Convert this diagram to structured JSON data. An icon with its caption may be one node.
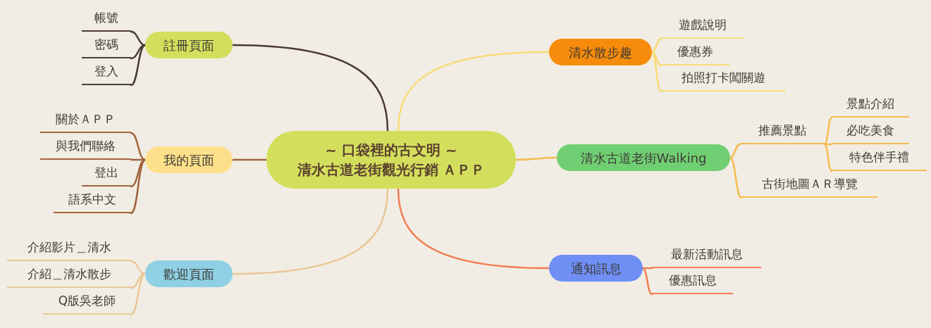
{
  "diagram": {
    "nodes": [
      {
        "text": [
          "~ 口袋裡的古文明 ~",
          "清水古道老街觀光行銷 ＡＰＰ"
        ]
      },
      {
        "text": [
          "註冊頁面"
        ]
      },
      {
        "text": [
          "帳號"
        ]
      },
      {
        "text": [
          "密碼"
        ]
      },
      {
        "text": [
          "登入"
        ]
      },
      {
        "text": [
          "我的頁面"
        ]
      },
      {
        "text": [
          "關於ＡＰＰ"
        ]
      },
      {
        "text": [
          "與我們聯絡"
        ]
      },
      {
        "text": [
          "登出"
        ]
      },
      {
        "text": [
          "語系中文"
        ]
      },
      {
        "text": [
          "歡迎頁面"
        ]
      },
      {
        "text": [
          "介紹影片＿清水"
        ]
      },
      {
        "text": [
          "介紹＿清水散步"
        ]
      },
      {
        "text": [
          "Q版吳老師"
        ]
      },
      {
        "text": [
          "清水散步趣"
        ]
      },
      {
        "text": [
          "遊戲說明"
        ]
      },
      {
        "text": [
          "優惠券"
        ]
      },
      {
        "text": [
          "拍照打卡闖關遊"
        ]
      },
      {
        "text": [
          "清水古道老街Walking"
        ]
      },
      {
        "text": [
          "推薦景點"
        ]
      },
      {
        "text": [
          "景點介紹"
        ]
      },
      {
        "text": [
          "必吃美食"
        ]
      },
      {
        "text": [
          "特色伴手禮"
        ]
      },
      {
        "text": [
          "古街地圖ＡＲ導覽"
        ]
      },
      {
        "text": [
          "通知訊息"
        ]
      },
      {
        "text": [
          "最新活動訊息"
        ]
      },
      {
        "text": [
          "優惠訊息"
        ]
      }
    ],
    "edges": [
      {
        "from": 0,
        "to": 1,
        "arrow": "none",
        "color": "#4a3a32"
      },
      {
        "from": 1,
        "to": 2,
        "arrow": "none",
        "color": "#4a3a32"
      },
      {
        "from": 1,
        "to": 3,
        "arrow": "none",
        "color": "#4a3a32"
      },
      {
        "from": 1,
        "to": 4,
        "arrow": "none",
        "color": "#4a3a32"
      },
      {
        "from": 0,
        "to": 5,
        "arrow": "none",
        "color": "#a0643a"
      },
      {
        "from": 5,
        "to": 6,
        "arrow": "none",
        "color": "#a0643a"
      },
      {
        "from": 5,
        "to": 7,
        "arrow": "none",
        "color": "#a0643a"
      },
      {
        "from": 5,
        "to": 8,
        "arrow": "none",
        "color": "#a0643a"
      },
      {
        "from": 5,
        "to": 9,
        "arrow": "none",
        "color": "#a0643a"
      },
      {
        "from": 0,
        "to": 10,
        "arrow": "none",
        "color": "#e8c896"
      },
      {
        "from": 10,
        "to": 11,
        "arrow": "none",
        "color": "#e8c896"
      },
      {
        "from": 10,
        "to": 12,
        "arrow": "none",
        "color": "#e8c896"
      },
      {
        "from": 10,
        "to": 13,
        "arrow": "none",
        "color": "#e8c896"
      },
      {
        "from": 0,
        "to": 14,
        "arrow": "none",
        "color": "#f8dc78"
      },
      {
        "from": 14,
        "to": 15,
        "arrow": "none",
        "color": "#f8dc78"
      },
      {
        "from": 14,
        "to": 16,
        "arrow": "none",
        "color": "#f8dc78"
      },
      {
        "from": 14,
        "to": 17,
        "arrow": "none",
        "color": "#f8dc78"
      },
      {
        "from": 0,
        "to": 18,
        "arrow": "none",
        "color": "#f5bc50"
      },
      {
        "from": 18,
        "to": 19,
        "arrow": "none",
        "color": "#f5bc50"
      },
      {
        "from": 19,
        "to": 20,
        "arrow": "none",
        "color": "#f5bc50"
      },
      {
        "from": 19,
        "to": 21,
        "arrow": "none",
        "color": "#f5bc50"
      },
      {
        "from": 19,
        "to": 22,
        "arrow": "none",
        "color": "#f5bc50"
      },
      {
        "from": 18,
        "to": 23,
        "arrow": "none",
        "color": "#f5bc50"
      },
      {
        "from": 0,
        "to": 24,
        "arrow": "none",
        "color": "#f27c52"
      },
      {
        "from": 24,
        "to": 25,
        "arrow": "none",
        "color": "#f27c52"
      },
      {
        "from": 24,
        "to": 26,
        "arrow": "none",
        "color": "#f27c52"
      }
    ]
  }
}
